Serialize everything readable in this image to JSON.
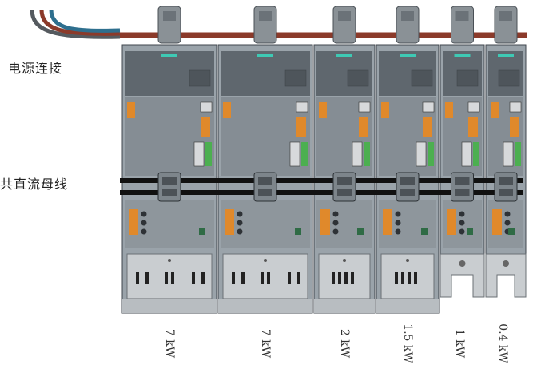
{
  "labels": {
    "power_connection": "电源连接",
    "common_dc_bus": "共直流母线"
  },
  "modules": [
    {
      "id": "m1",
      "power": "7 kW"
    },
    {
      "id": "m2",
      "power": "7 kW"
    },
    {
      "id": "m3",
      "power": "2 kW"
    },
    {
      "id": "m4",
      "power": "1.5 kW"
    },
    {
      "id": "m5",
      "power": "1 kW"
    },
    {
      "id": "m6",
      "power": "0.4 kW"
    }
  ],
  "colors": {
    "cable_brown": "#8b3a2a",
    "cable_blue": "#2e6f8e",
    "cable_gray": "#555a5f",
    "module_body": "#9aa3aa",
    "module_dark": "#5f676e",
    "panel_light": "#c9cdd0",
    "status_led": "#3ec9b4",
    "connector_green": "#4caf50",
    "connector_orange": "#e0892b",
    "bus_bar": "#111111"
  }
}
